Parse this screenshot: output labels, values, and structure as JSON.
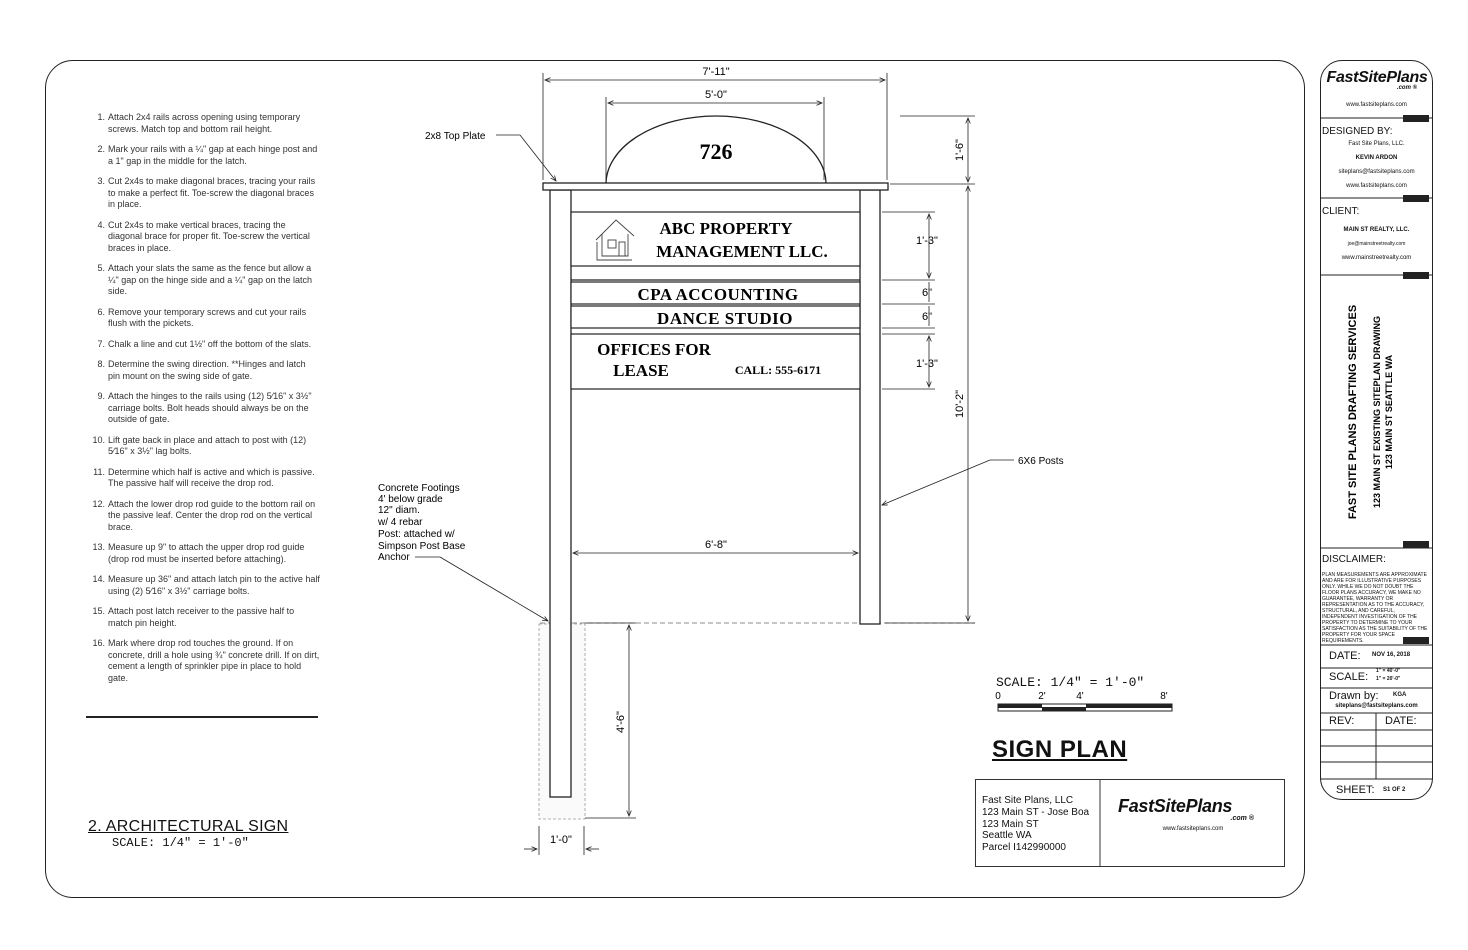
{
  "notes": [
    {
      "num": "1.",
      "text": "Attach 2x4 rails across opening using temporary screws. Match top and bottom rail height."
    },
    {
      "num": "2.",
      "text": "Mark your rails with a ¼\" gap at each hinge post and a 1\" gap in the middle for the latch."
    },
    {
      "num": "3.",
      "text": "Cut 2x4s to make diagonal braces, tracing your rails to make a perfect fit. Toe-screw the diagonal braces in place."
    },
    {
      "num": "4.",
      "text": "Cut 2x4s to make vertical braces, tracing the diagonal brace for proper fit. Toe-screw the vertical braces in place."
    },
    {
      "num": "5.",
      "text": "Attach your slats the same as the fence but allow a ¼\" gap on the hinge side and a ¼\" gap on the latch side."
    },
    {
      "num": "6.",
      "text": "Remove your temporary screws and cut your rails flush with the pickets."
    },
    {
      "num": "7.",
      "text": "Chalk a line and cut 1½\" off the bottom of the slats."
    },
    {
      "num": "8.",
      "text": "Determine the swing direction. **Hinges and latch pin mount on the swing side of gate."
    },
    {
      "num": "9.",
      "text": "Attach the hinges to the rails using (12) 5⁄16\" x 3½\" carriage bolts. Bolt heads should always be on the outside of gate."
    },
    {
      "num": "10.",
      "text": "Lift gate back in place and attach to post with (12) 5⁄16\" x 3½\" lag bolts."
    },
    {
      "num": "11.",
      "text": "Determine which half is active and which is passive.  The passive half will receive the drop rod."
    },
    {
      "num": "12.",
      "text": "Attach the lower drop rod guide to the bottom rail on the passive leaf. Center the drop rod on the vertical brace."
    },
    {
      "num": "13.",
      "text": "Measure up 9\" to attach the upper drop rod guide (drop rod must be inserted before attaching)."
    },
    {
      "num": "14.",
      "text": "Measure up 36\" and attach latch pin to the active half using (2) 5⁄16\" x 3½\" carriage bolts."
    },
    {
      "num": "15.",
      "text": "Attach post latch receiver to the passive half to match pin height."
    },
    {
      "num": "16.",
      "text": "Mark where drop rod touches the ground. If on concrete, drill a hole using ¾\" concrete drill. If on dirt, cement a length of sprinkler pipe in place to hold gate."
    }
  ],
  "sign": {
    "address_number": "726",
    "panel1_line1": "ABC PROPERTY",
    "panel1_line2": "MANAGEMENT LLC.",
    "panel2": "CPA ACCOUNTING",
    "panel3": "DANCE STUDIO",
    "panel4_line1": "OFFICES FOR",
    "panel4_line2": "LEASE",
    "panel4_phone": "CALL: 555-6171"
  },
  "dimensions": {
    "overall_width": "7'-11\"",
    "arch_width": "5'-0\"",
    "arch_height": "1'-6\"",
    "panel1_height": "1'-3\"",
    "panel2_height": "6\"",
    "panel3_height": "6\"",
    "panel4_height": "1'-3\"",
    "post_height": "10'-2\"",
    "post_spacing": "6'-8\"",
    "footing_depth": "4'-6\"",
    "footing_width": "1'-0\""
  },
  "callouts": {
    "top_plate": "2x8 Top Plate",
    "posts": "6X6 Posts",
    "footings": [
      "Concrete Footings",
      "4' below grade",
      "12\" diam.",
      "w/ 4 rebar",
      "Post: attached w/",
      "Simpson Post Base",
      "Anchor"
    ]
  },
  "drawing_title": "2. ARCHITECTURAL SIGN",
  "drawing_scale": "SCALE: 1/4\" = 1'-0\"",
  "scale_bar": {
    "label": "SCALE: 1/4\" = 1'-0\"",
    "ticks": [
      "0",
      "2'",
      "4'",
      "8'"
    ]
  },
  "sheet_title": "SIGN PLAN",
  "company": {
    "lines": [
      "Fast Site Plans, LLC",
      "123 Main ST - Jose Boa",
      "123 Main ST",
      "Seattle WA",
      "Parcel I142990000"
    ],
    "logo_word": "FastSitePlans",
    "logo_com": ".com ®",
    "logo_url": "www.fastsiteplans.com"
  },
  "title_block": {
    "logo_word": "FastSitePlans",
    "logo_com": ".com ®",
    "logo_url": "www.fastsiteplans.com",
    "designed_by_label": "DESIGNED BY:",
    "designer_company": "Fast Site Plans, LLC.",
    "designer_name": "KEVIN ARDON",
    "designer_email": "siteplans@fastsiteplans.com",
    "designer_url": "www.fastsiteplans.com",
    "client_label": "CLIENT:",
    "client_name": "MAIN ST REALTY, LLC.",
    "client_email": "joe@mainstreetrealty.com",
    "client_url": "www.mainstreetrealty.com",
    "vertical_line1": "FAST SITE PLANS DRAFTING SERVICES",
    "vertical_line2": "123 MAIN ST EXISTING SITEPLAN DRAWING",
    "vertical_line3": "123 MAIN ST SEATTLE WA",
    "disclaimer_label": "DISCLAIMER:",
    "disclaimer_text": "PLAN MEASUREMENTS ARE APPROXIMATE AND ARE FOR ILLUSTRATIVE PURPOSES ONLY. WHILE WE DO NOT DOUBT THE FLOOR PLANS ACCURACY, WE MAKE NO GUARANTEE, WARRANTY OR REPRESENTATION AS TO THE ACCURACY, STRUCTURAL, AND CAREFUL, INDEPENDENT INVESTIGATION OF THE PROPERTY TO DETERMINE TO YOUR SATISFACTION AS THE SUITABILITY OF THE PROPERTY FOR YOUR SPACE REQUIREMENTS.",
    "date_label": "DATE:",
    "date_value": "NOV 16, 2018",
    "scale_label": "SCALE:",
    "scale_value1": "1\" = 40'-0\"",
    "scale_value2": "1\" = 20'-0\"",
    "drawn_by_label": "Drawn by:",
    "drawn_by_value": "KGA",
    "drawn_by_email": "siteplans@fastsiteplans.com",
    "rev_label": "REV:",
    "rev_date_label": "DATE:",
    "sheet_label": "SHEET:",
    "sheet_value": "S1 OF 2"
  }
}
